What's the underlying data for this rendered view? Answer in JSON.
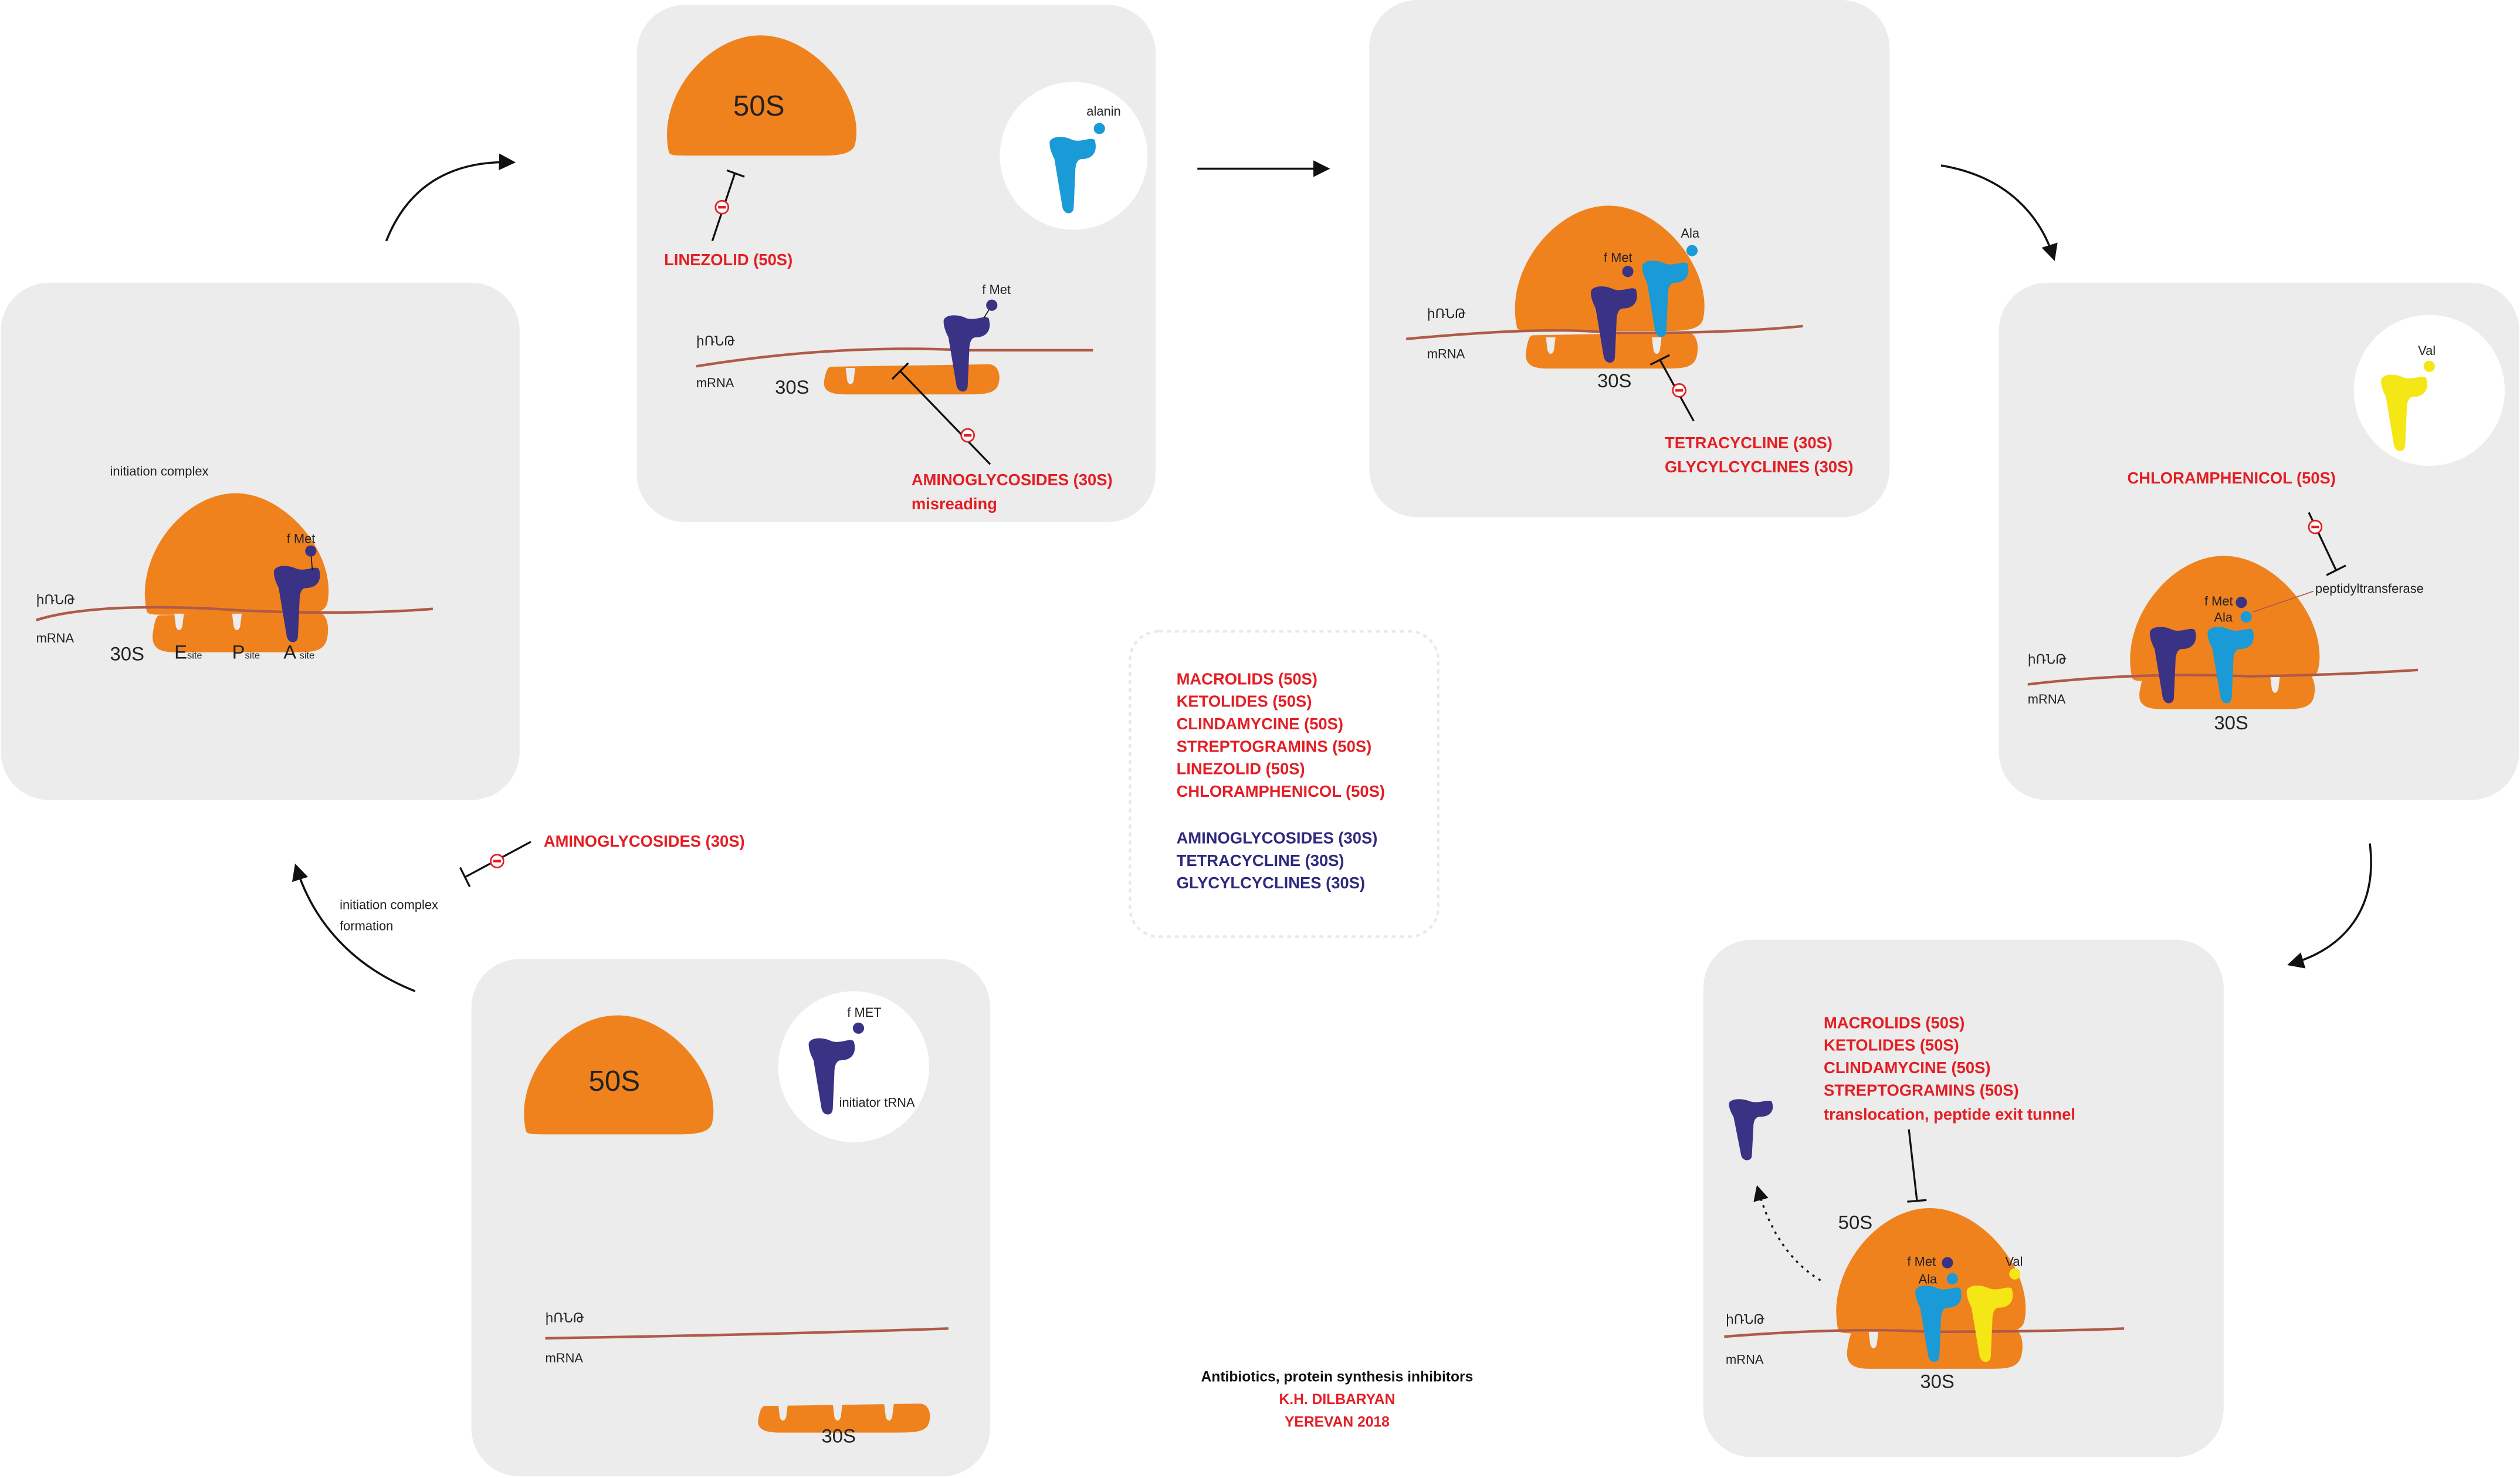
{
  "colors": {
    "ribosome": "#F0821E",
    "panel": "#EBECEB",
    "fmet_trna": "#3A3285",
    "ala_trna": "#1A9AD6",
    "val_trna": "#F5E615",
    "inhibitor_text": "#E31E24",
    "target_30s_text": "#2E2A7F",
    "mrna": "#B05A48"
  },
  "common": {
    "mrna_arm": "իՌՆԹ",
    "mrna": "mRNA",
    "s30": "30S",
    "s50": "50S",
    "fmet": "f Met",
    "ala": "Ala",
    "val": "Val"
  },
  "panel_initiation": {
    "title": "initiation complex",
    "e": "E",
    "p": "P",
    "a": "A",
    "site": "site"
  },
  "panel_linezolid": {
    "alanin": "alanin",
    "linezolid": "LINEZOLID (50S)",
    "aminoglycosides": "AMINOGLYCOSIDES (30S)",
    "misreading": "misreading"
  },
  "panel_tetracycline": {
    "tetracycline": "TETRACYCLINE (30S)",
    "glycylcyclines": "GLYCYLCYCLINES (30S)"
  },
  "panel_chloramphenicol": {
    "chloramphenicol": "CHLORAMPHENICOL (50S)",
    "peptidyltransferase": "peptidyltransferase"
  },
  "panel_translocation": {
    "lines": [
      "MACROLIDS (50S)",
      "KETOLIDES (50S)",
      "CLINDAMYCINE (50S)",
      "STREPTOGRAMINS (50S)",
      "translocation, peptide exit tunnel"
    ]
  },
  "panel_subunits": {
    "fmet_caps": "f MET",
    "initiator": "initiator tRNA"
  },
  "formation": {
    "inhibitor": "AMINOGLYCOSIDES (30S)",
    "line1": "initiation complex",
    "line2": "formation"
  },
  "legend": {
    "s50": [
      "MACROLIDS (50S)",
      "KETOLIDES (50S)",
      "CLINDAMYCINE (50S)",
      "STREPTOGRAMINS (50S)",
      "LINEZOLID (50S)",
      "CHLORAMPHENICOL (50S)"
    ],
    "s30": [
      "AMINOGLYCOSIDES (30S)",
      "TETRACYCLINE (30S)",
      "GLYCYLCYCLINES (30S)"
    ]
  },
  "credits": {
    "title": "Antibiotics, protein synthesis inhibitors",
    "author": "K.H. DILBARYAN",
    "place": "YEREVAN 2018"
  }
}
